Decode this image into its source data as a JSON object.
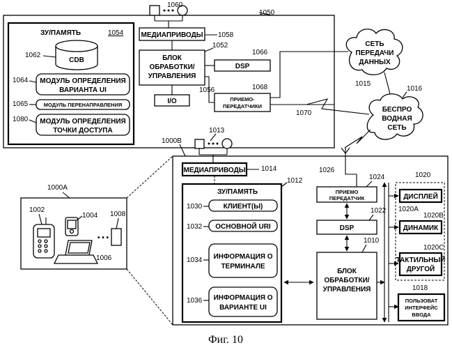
{
  "caption": "Фиг. 10",
  "top_device": {
    "ref": "1050",
    "memory": {
      "title": "ЗУ/ПАМЯТЬ",
      "ref": "1054"
    },
    "cdb": {
      "label": "CDB",
      "ref": "1062"
    },
    "ui_module": {
      "line1": "МОДУЛЬ ОПРЕДЕЛЕНИЯ",
      "line2": "ВАРИАНТА UI",
      "ref": "1064"
    },
    "redirect_module": {
      "label": "МОДУЛЬ ПЕРЕНАПРАВЛЕНИЯ",
      "ref": "1065"
    },
    "ap_module": {
      "line1": "МОДУЛЬ ОПРЕДЕЛЕНИЯ",
      "line2": "ТОЧКИ ДОСТУПА",
      "ref": "1080"
    },
    "media": {
      "label": "МЕДИАПРИВОДЫ",
      "ref": "1058"
    },
    "media_dev": {
      "ref": "1060"
    },
    "control": {
      "line1": "БЛОК",
      "line2": "ОБРАБОТКИ/",
      "line3": "УПРАВЛЕНИЯ",
      "ref": "1052"
    },
    "dsp": {
      "label": "DSP",
      "ref": "1066"
    },
    "io": {
      "label": "I/O",
      "ref": "1056"
    },
    "transceiver": {
      "line1": "ПРИЕМО-",
      "line2": "ПЕРЕДАТЧИКИ",
      "ref": "1068"
    },
    "link_ref": "1070"
  },
  "data_network": {
    "line1": "СЕТЬ",
    "line2": "ПЕРЕДАЧИ",
    "line3": "ДАННЫХ",
    "ref": "1015"
  },
  "wireless_network": {
    "line1": "БЕСПРО",
    "line2": "ВОДНАЯ",
    "line3": "СЕТЬ",
    "ref": "1016"
  },
  "devices": {
    "ref": "1000A",
    "phone_ref": "1002",
    "pda_ref": "1004",
    "laptop_ref": "1006",
    "other_ref": "1008",
    "dots": "• • •"
  },
  "bottom_device": {
    "ref": "1000B",
    "media": {
      "label": "МЕДИАПРИВОДЫ",
      "ref": "1014"
    },
    "media_dev": {
      "ref": "1013"
    },
    "memory": {
      "title": "ЗУ/ПАМЯТЬ",
      "ref": "1012"
    },
    "client": {
      "label": "КЛИЕНТ(Ы)",
      "ref": "1030"
    },
    "base_uri": {
      "label": "ОСНОВНОЙ URI",
      "ref": "1032"
    },
    "terminal_info": {
      "line1": "ИНФОРМАЦИЯ О",
      "line2": "ТЕРМИНАЛЕ",
      "ref": "1034"
    },
    "ui_info": {
      "line1": "ИНФОРМАЦИЯ О",
      "line2": "ВАРИАНТЕ UI",
      "ref": "1036"
    },
    "transceiver": {
      "line1": "ПРИЕМО",
      "line2": "ПЕРЕДАТЧИК",
      "ref": "1024"
    },
    "antenna_ref": "1026",
    "dsp": {
      "label": "DSP",
      "ref": "1022"
    },
    "control": {
      "line1": "БЛОК",
      "line2": "ОБРАБОТКИ/",
      "line3": "УПРАВЛЕНИЯ",
      "ref": "1010"
    },
    "output": {
      "ref": "1020",
      "display": {
        "label": "ДИСПЛЕЙ",
        "ref": "1020A"
      },
      "speaker": {
        "label": "ДИНАМИК",
        "ref": "1020B"
      },
      "tactile": {
        "line1": "ТАКТИЛЬНЫЙ",
        "line2": "ДРУГОЙ",
        "ref": "1020C"
      }
    },
    "user_input": {
      "line1": "ПОЛЬЗОВАТ",
      "line2": "ИНТЕРФЕЙС",
      "line3": "ВВОДА",
      "ref": "1018"
    }
  }
}
